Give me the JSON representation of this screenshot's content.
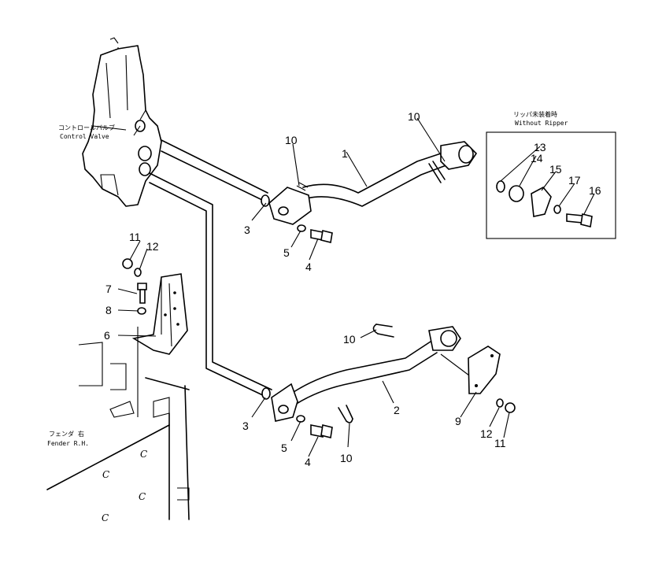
{
  "labels": {
    "control_valve_jp": "コントロールバルブ",
    "control_valve_en": "Control Valve",
    "without_ripper_jp": "リッパ未装着時",
    "without_ripper_en": "Without Ripper",
    "fender_jp": "フェンダ 右",
    "fender_en": "Fender R.H."
  },
  "callouts": {
    "c1": "1",
    "c2": "2",
    "c3a": "3",
    "c3b": "3",
    "c4a": "4",
    "c4b": "4",
    "c5a": "5",
    "c5b": "5",
    "c6": "6",
    "c7": "7",
    "c8": "8",
    "c9": "9",
    "c10a": "10",
    "c10b": "10",
    "c10c": "10",
    "c10d": "10",
    "c11a": "11",
    "c11b": "11",
    "c12a": "12",
    "c12b": "12",
    "c13": "13",
    "c14": "14",
    "c15": "15",
    "c16": "16",
    "c17": "17"
  },
  "marks": {
    "m1": "C",
    "m2": "C",
    "m3": "C",
    "m4": "C"
  }
}
